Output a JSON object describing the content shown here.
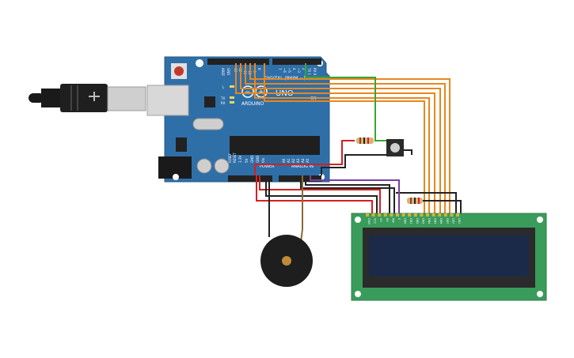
{
  "arduino": {
    "brand": "ARDUINO",
    "model": "UNO",
    "digital_header_label": "DIGITAL (PWM ~)",
    "power_header_label": "POWER",
    "analog_header_label": "ANALOG IN",
    "on_label": "ON",
    "led_labels": [
      "L",
      "TX",
      "RX"
    ],
    "top_pin_labels": [
      "AREF",
      "GND",
      "13",
      "12",
      "~11",
      "~10",
      "~9",
      "8",
      "7",
      "~6",
      "~5",
      "4",
      "~3",
      "2",
      "TX 1",
      "RX 0"
    ],
    "bottom_pin_labels": [
      "IOREF",
      "RESET",
      "3.3V",
      "5V",
      "GND",
      "GND",
      "Vin",
      "A0",
      "A1",
      "A2",
      "A3",
      "A4",
      "A5"
    ]
  },
  "lcd": {
    "pin_labels": [
      "GND",
      "VCC",
      "V0",
      "RS",
      "RW",
      "E",
      "DB0",
      "DB1",
      "DB2",
      "DB3",
      "DB4",
      "DB5",
      "DB6",
      "DB7",
      "LED",
      "LED"
    ]
  },
  "colors": {
    "board": "#2f6fa8",
    "lcd_board": "#3a9c5b",
    "lcd_screen": "#1c2a4a",
    "wire_orange": "#e8871e",
    "wire_red": "#d42020",
    "wire_black": "#222222",
    "wire_green": "#3aa535",
    "wire_purple": "#7a3fa0",
    "wire_brown": "#8a6a3a"
  }
}
